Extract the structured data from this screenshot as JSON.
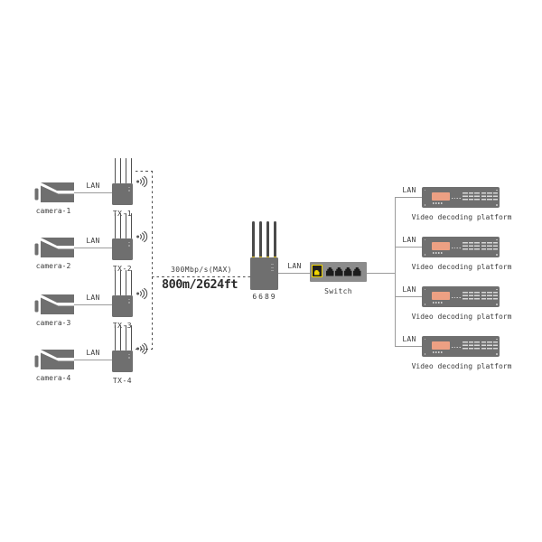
{
  "labels": {
    "lan": "LAN"
  },
  "cameras": [
    {
      "label": "camera-1"
    },
    {
      "label": "camera-2"
    },
    {
      "label": "camera-3"
    },
    {
      "label": "camera-4"
    }
  ],
  "transmitters": [
    {
      "label": "TX-1"
    },
    {
      "label": "TX-2"
    },
    {
      "label": "TX-3"
    },
    {
      "label": "TX-4"
    }
  ],
  "wireless_link": {
    "bandwidth": "300Mbp/s(MAX)",
    "distance": "800m/2624ft"
  },
  "receiver": {
    "label": "6689"
  },
  "switch": {
    "label": "Switch"
  },
  "decoders": [
    {
      "label": "Video decoding platform"
    },
    {
      "label": "Video decoding platform"
    },
    {
      "label": "Video decoding platform"
    },
    {
      "label": "Video decoding platform"
    }
  ],
  "colors": {
    "device_gray": "#6f6f6f",
    "switch_gray": "#8c8c8c",
    "port_black": "#1c1c1c",
    "accent_yellow": "#f0d400",
    "display_orange": "#eda083",
    "line_gray": "#9b9b9b",
    "dash_gray": "#4f4f4f",
    "text_dark": "#3c3c3c"
  }
}
